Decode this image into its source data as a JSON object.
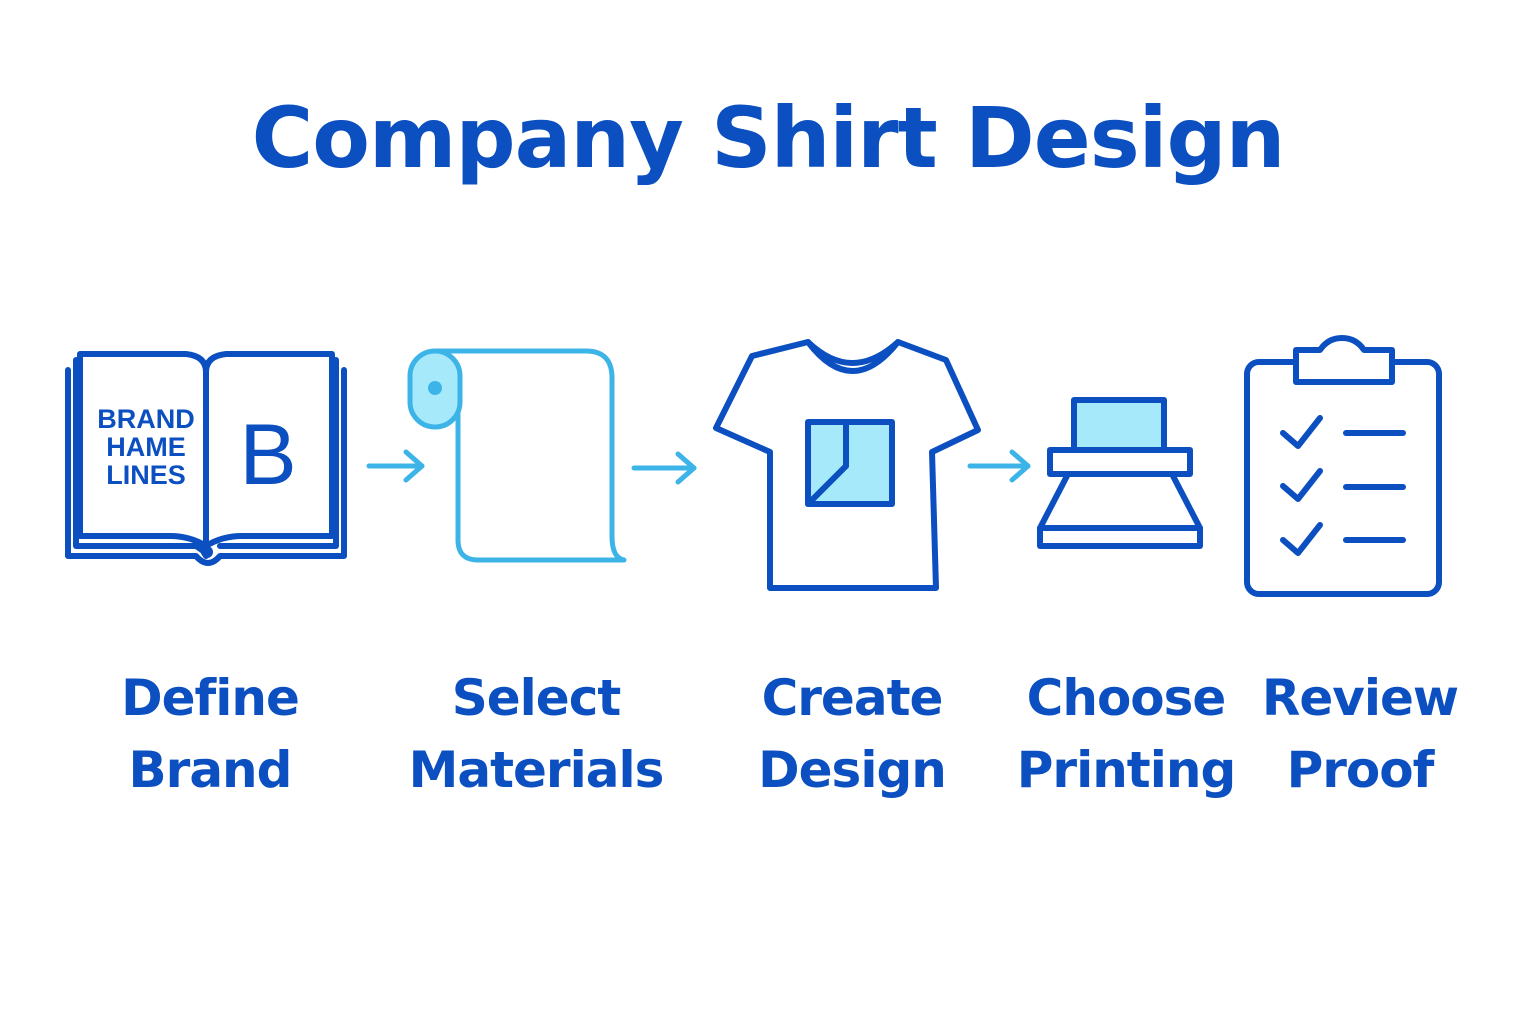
{
  "title": "Company Shirt Design",
  "colors": {
    "primary": "#0b4fc0",
    "accent": "#3cb4e8",
    "fill_light": "#a6e9fb"
  },
  "book_text": {
    "line1": "BRAND",
    "line2": "HAME",
    "line3": "LINES",
    "letter": "B"
  },
  "steps": [
    {
      "icon": "book-icon",
      "line1": "Define",
      "line2": "Brand"
    },
    {
      "icon": "paper-roll-icon",
      "line1": "Select",
      "line2": "Materials"
    },
    {
      "icon": "t-shirt-icon",
      "line1": "Create",
      "line2": "Design"
    },
    {
      "icon": "printer-icon",
      "line1": "Choose",
      "line2": "Printing"
    },
    {
      "icon": "clipboard-checklist-icon",
      "line1": "Review",
      "line2": "Proof"
    }
  ]
}
